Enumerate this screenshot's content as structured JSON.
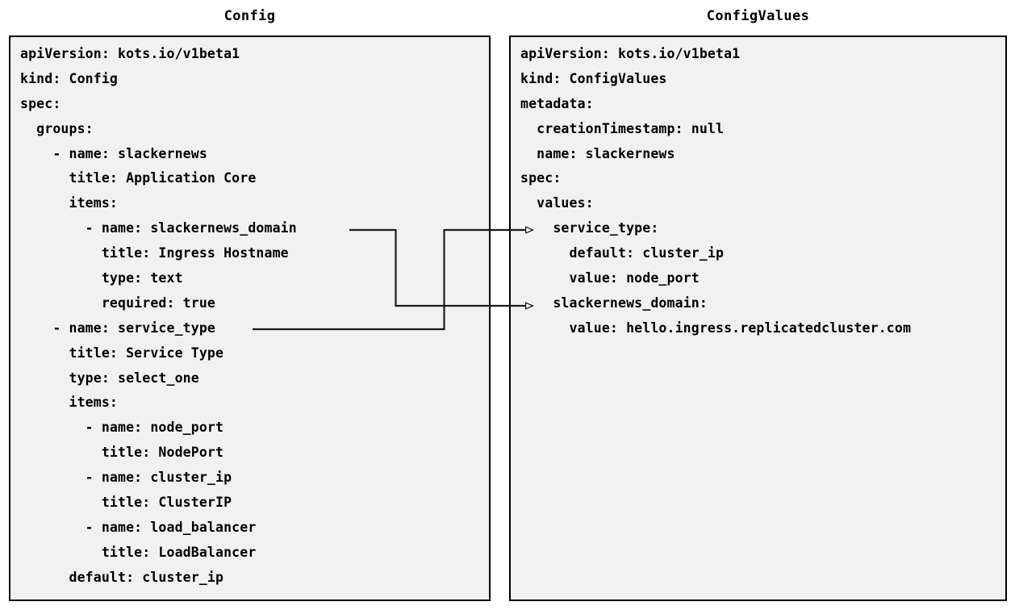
{
  "page": {
    "background_color": "#ffffff",
    "panel_background_color": "#f1f1f1",
    "panel_border_color": "#000000",
    "text_color": "#000000",
    "connector_color": "#1a1a1a"
  },
  "panels": {
    "left": {
      "title": "Config",
      "lines": [
        "apiVersion: kots.io/v1beta1",
        "kind: Config",
        "spec:",
        "  groups:",
        "    - name: slackernews",
        "      title: Application Core",
        "      items:",
        "        - name: slackernews_domain",
        "          title: Ingress Hostname",
        "          type: text",
        "          required: true",
        "    - name: service_type",
        "      title: Service Type",
        "      type: select_one",
        "      items:",
        "        - name: node_port",
        "          title: NodePort",
        "        - name: cluster_ip",
        "          title: ClusterIP",
        "        - name: load_balancer",
        "          title: LoadBalancer",
        "      default: cluster_ip"
      ]
    },
    "right": {
      "title": "ConfigValues",
      "lines": [
        "apiVersion: kots.io/v1beta1",
        "kind: ConfigValues",
        "metadata:",
        "  creationTimestamp: null",
        "  name: slackernews",
        "spec:",
        "  values:",
        "    service_type:",
        "      default: cluster_ip",
        "      value: node_port",
        "    slackernews_domain:",
        "      value: hello.ingress.replicatedcluster.com"
      ]
    }
  },
  "connectors": [
    {
      "name": "slackernews-domain-mapping",
      "from_label": "slackernews_domain",
      "to_label": "slackernews_domain:",
      "arrowhead": "open-triangle"
    },
    {
      "name": "service-type-mapping",
      "from_label": "service_type",
      "to_label": "service_type:",
      "arrowhead": "open-triangle"
    }
  ]
}
